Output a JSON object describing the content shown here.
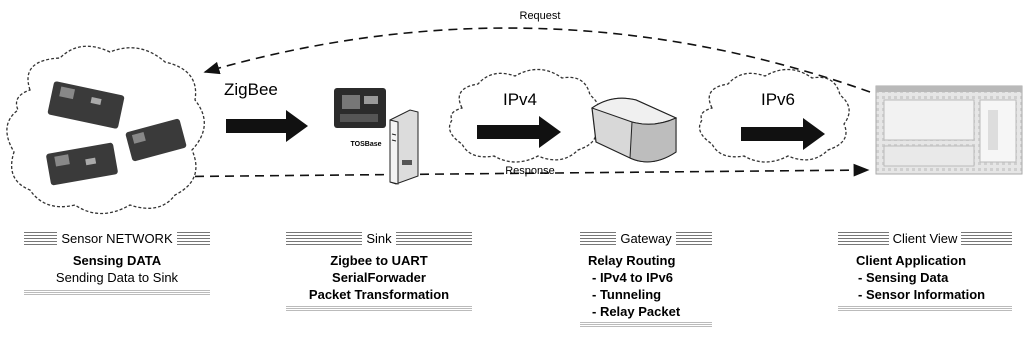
{
  "arrows": {
    "request": "Request",
    "response": "Response"
  },
  "links": {
    "zigbee": "ZigBee",
    "ipv4": "IPv4",
    "ipv6": "IPv6",
    "tosbase": "TOSBase"
  },
  "sections": {
    "sensor": {
      "header": "Sensor NETWORK",
      "lines": [
        "Sensing DATA",
        "Sending Data to Sink"
      ]
    },
    "sink": {
      "header": "Sink",
      "lines": [
        "Zigbee to UART",
        "SerialForwader",
        "Packet Transformation"
      ]
    },
    "gateway": {
      "header": "Gateway",
      "lines": [
        "Relay Routing",
        "- IPv4 to IPv6",
        "- Tunneling",
        "- Relay Packet"
      ]
    },
    "client": {
      "header": "Client View",
      "lines": [
        "Client Application",
        "- Sensing Data",
        "- Sensor Information"
      ]
    }
  },
  "colors": {
    "arrow": "#111111",
    "cloud_stroke": "#333333"
  }
}
